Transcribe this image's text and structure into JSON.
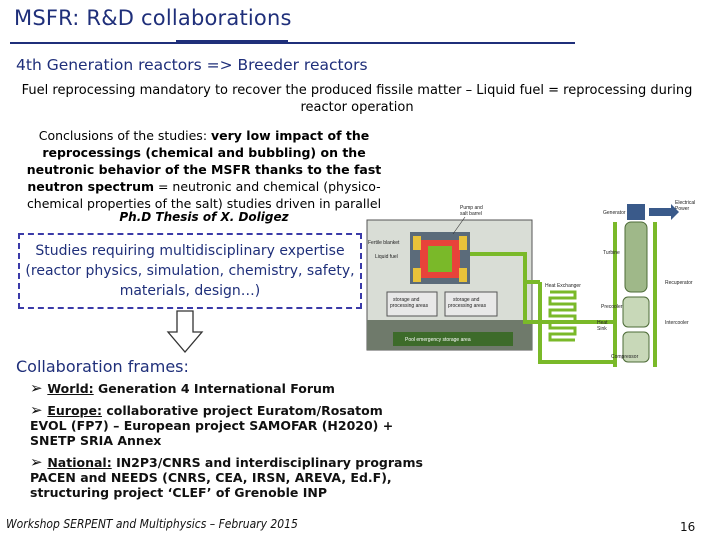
{
  "title": "MSFR: R&D collaborations",
  "subtitle": "4th Generation reactors => Breeder reactors",
  "intro": "Fuel reprocessing mandatory to recover the produced fissile matter – Liquid fuel = reprocessing during reactor operation",
  "conclusions": {
    "prefix": "Conclusions of the studies: ",
    "bold": "very low impact of the reprocessings (chemical and bubbling) on the neutronic behavior of the MSFR thanks to the fast neutron spectrum",
    "suffix": " = neutronic and chemical (physico-chemical properties of the salt) studies driven in parallel"
  },
  "thesis": "Ph.D Thesis of X. Doligez",
  "studies": "Studies requiring multidisciplinary expertise (reactor physics, simulation, chemistry, safety, materials, design…)",
  "collaboration": {
    "heading": "Collaboration frames:",
    "items": [
      {
        "key": "World:",
        "text": " Generation 4 International Forum"
      },
      {
        "key": "Europe:",
        "text": " collaborative project Euratom/Rosatom EVOL (FP7) – European project SAMOFAR (H2020) + SNETP SRIA Annex"
      },
      {
        "key": "National:",
        "text": " IN2P3/CNRS and interdisciplinary programs PACEN and NEEDS (CNRS, CEA, IRSN, AREVA, Ed.F), structuring project ‘CLEF’ of Grenoble INP"
      }
    ]
  },
  "footer": "Workshop SERPENT and Multiphysics – February 2015",
  "page_number": "16",
  "diagram_labels": {
    "pump": "Pump and",
    "pump2": "salt barrel",
    "fertile": "Fertile blanket",
    "liquid": "Liquid fuel",
    "storage1": "storage and",
    "storage1b": "processing areas",
    "storage2": "storage and",
    "storage2b": "processing areas",
    "bottom": "Pool emergency storage area",
    "turbine": "Turbine",
    "generator": "Generator",
    "electrical": "Electrical",
    "electrical2": "Power",
    "recuperator": "Recuperator",
    "precooler": "Precooler",
    "heatsink": "Heat",
    "heatsink2": "Sink",
    "compressor": "Compressor",
    "hx": "Heat Exchanger",
    "intercooler": "Intercooler"
  },
  "colors": {
    "title": "#1f2f7a",
    "pipe": "#7ab929",
    "tank": "#e8433a",
    "reactor": "#6f7a6b"
  }
}
